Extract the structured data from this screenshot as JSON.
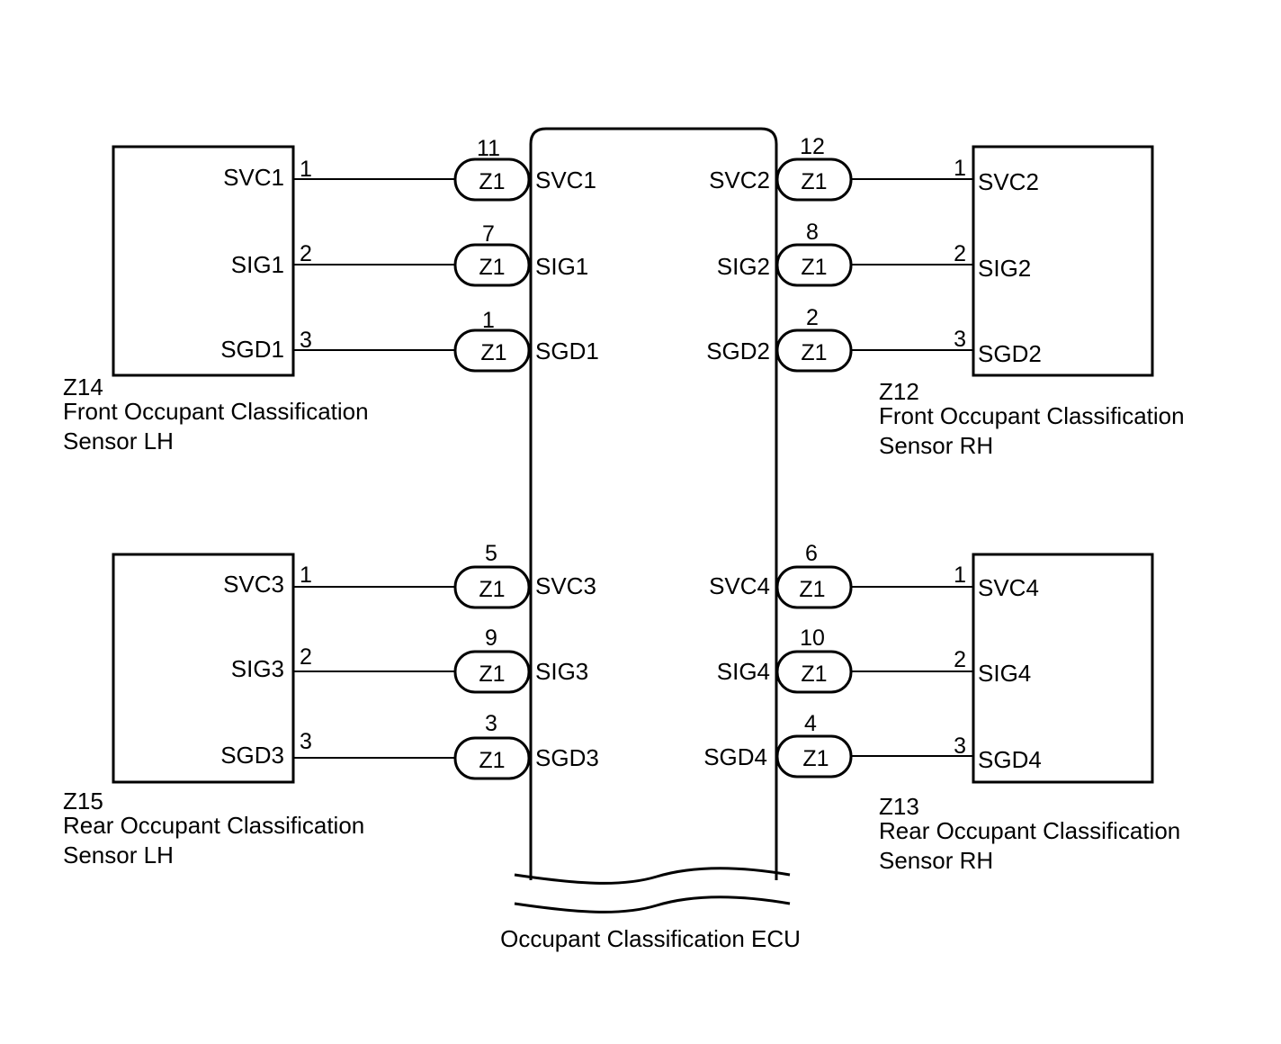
{
  "ecu": {
    "label": "Occupant Classification ECU",
    "left_pins": [
      {
        "pin": "11",
        "connector": "Z1",
        "signal": "SVC1"
      },
      {
        "pin": "7",
        "connector": "Z1",
        "signal": "SIG1"
      },
      {
        "pin": "1",
        "connector": "Z1",
        "signal": "SGD1"
      },
      {
        "pin": "5",
        "connector": "Z1",
        "signal": "SVC3"
      },
      {
        "pin": "9",
        "connector": "Z1",
        "signal": "SIG3"
      },
      {
        "pin": "3",
        "connector": "Z1",
        "signal": "SGD3"
      }
    ],
    "right_pins": [
      {
        "pin": "12",
        "connector": "Z1",
        "signal": "SVC2"
      },
      {
        "pin": "8",
        "connector": "Z1",
        "signal": "SIG2"
      },
      {
        "pin": "2",
        "connector": "Z1",
        "signal": "SGD2"
      },
      {
        "pin": "6",
        "connector": "Z1",
        "signal": "SVC4"
      },
      {
        "pin": "10",
        "connector": "Z1",
        "signal": "SIG4"
      },
      {
        "pin": "4",
        "connector": "Z1",
        "signal": "SGD4"
      }
    ]
  },
  "sensors": [
    {
      "code": "Z14",
      "name_line1": "Front Occupant Classification",
      "name_line2": "Sensor LH",
      "terminals": [
        {
          "pin": "1",
          "signal": "SVC1"
        },
        {
          "pin": "2",
          "signal": "SIG1"
        },
        {
          "pin": "3",
          "signal": "SGD1"
        }
      ]
    },
    {
      "code": "Z12",
      "name_line1": "Front Occupant Classification",
      "name_line2": "Sensor RH",
      "terminals": [
        {
          "pin": "1",
          "signal": "SVC2"
        },
        {
          "pin": "2",
          "signal": "SIG2"
        },
        {
          "pin": "3",
          "signal": "SGD2"
        }
      ]
    },
    {
      "code": "Z15",
      "name_line1": "Rear Occupant Classification",
      "name_line2": "Sensor LH",
      "terminals": [
        {
          "pin": "1",
          "signal": "SVC3"
        },
        {
          "pin": "2",
          "signal": "SIG3"
        },
        {
          "pin": "3",
          "signal": "SGD3"
        }
      ]
    },
    {
      "code": "Z13",
      "name_line1": "Rear Occupant Classification",
      "name_line2": "Sensor RH",
      "terminals": [
        {
          "pin": "1",
          "signal": "SVC4"
        },
        {
          "pin": "2",
          "signal": "SIG4"
        },
        {
          "pin": "3",
          "signal": "SGD4"
        }
      ]
    }
  ]
}
